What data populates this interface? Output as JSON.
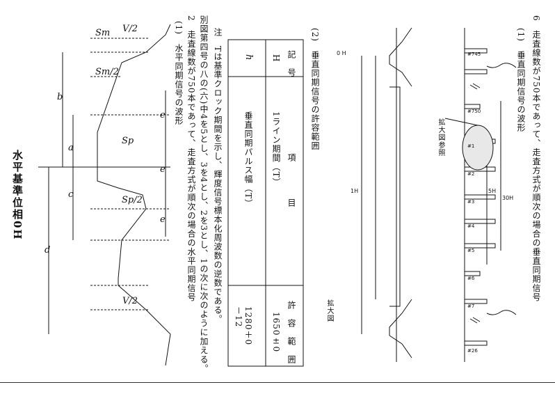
{
  "section6": {
    "heading": "6　走査線数が750本であって、走査方式が順次の場合の垂直同期信号",
    "sub1": "(1)　垂直同期信号の波形",
    "enlarge_ref": "拡大図参照",
    "enlarge_title": "拡大図",
    "line_marks": [
      "#745",
      "#750",
      "#1",
      "#2",
      "#3",
      "#4",
      "#5",
      "#6",
      "#7",
      "#26"
    ],
    "dims": {
      "h5": "5H",
      "h30": "30H",
      "one_h": "1H",
      "zero_h": "0 H"
    }
  },
  "section2": {
    "heading": "(2)　垂直同期信号の許容範囲",
    "table": {
      "headers": [
        "記　号",
        "項　　　　目",
        "許　容　範　囲"
      ],
      "rows": [
        {
          "symbol": "H",
          "item": "1ライン期間（T）",
          "range": "1650±0"
        },
        {
          "symbol": "h",
          "item": "垂直同期パルス幅（T）",
          "range": "1280＋0\n－12"
        }
      ]
    }
  },
  "note": {
    "line1": "注　Tは基準クロック期間を示し、輝度信号標本化周波数の逆数である。",
    "line2": "別図第四号の八の(六)中4を5とし、3を4とし、2を3とし、1の次に次のように加える。",
    "line3": "2　走査線数が750本であって、走査方式が順次の場合の水平同期信号",
    "line4": "(1)　水平同期信号の波形"
  },
  "hdiagram": {
    "labels": {
      "v2_top": "V/2",
      "sm": "Sm",
      "sm2": "Sm/2",
      "sp": "Sp",
      "sp2": "Sp/2",
      "v2_bottom": "V/2",
      "a": "a",
      "b": "b",
      "c": "c",
      "d": "d",
      "e1": "e",
      "e2": "e",
      "e3": "e"
    },
    "reference": "水平基準位相0H"
  }
}
